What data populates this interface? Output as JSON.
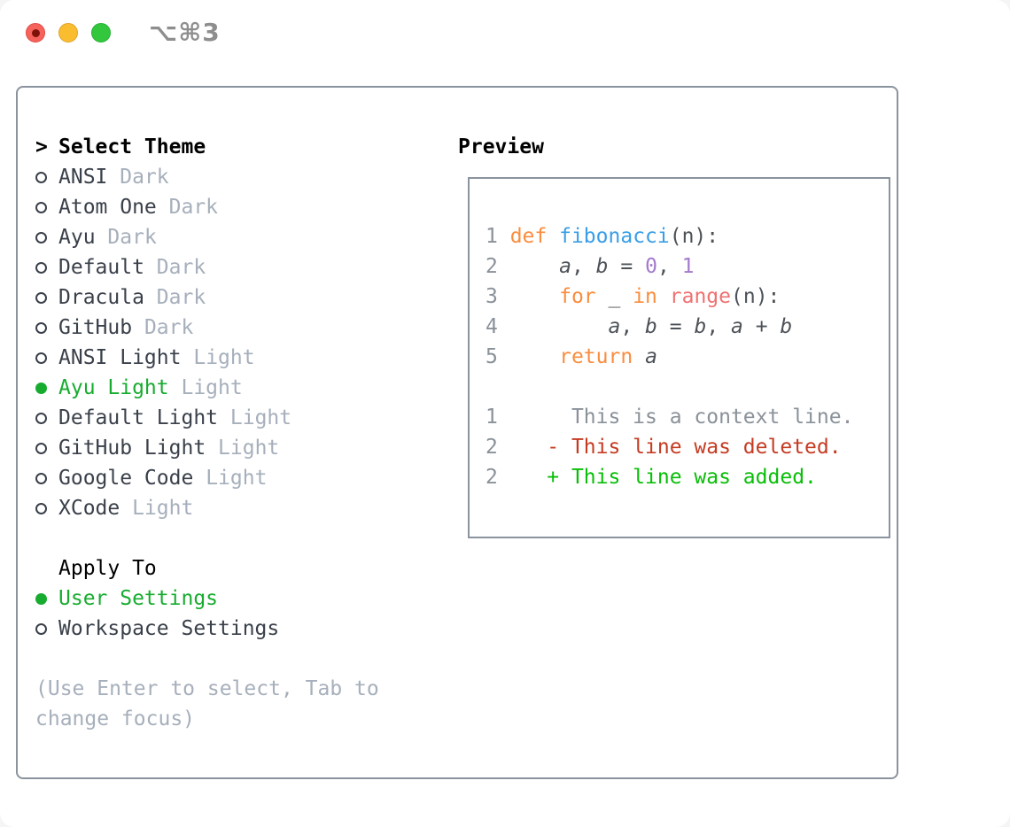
{
  "window": {
    "title": "⌥⌘3"
  },
  "titlebar": {
    "buttons": [
      {
        "name": "close"
      },
      {
        "name": "minimize"
      },
      {
        "name": "zoom"
      }
    ]
  },
  "colors": {
    "accent_green": "#17AC2F",
    "added_green": "#08BE08",
    "deleted_red": "#C53B22",
    "keyword_orange": "#FA8D3E",
    "function_blue": "#399EE6",
    "number_purple": "#A37ACC",
    "range_coral": "#F07171",
    "muted_gray": "#A6AFBB",
    "border_gray": "#8A939E",
    "code_fg": "#4D5258",
    "gutter_gray": "#8A9199",
    "item_fg": "#3A404A",
    "traffic_red": "#F6635C",
    "traffic_yellow": "#FBBD30",
    "traffic_green": "#32C73C"
  },
  "theme_panel": {
    "pointer": ">",
    "header": "Select Theme",
    "themes": [
      {
        "name": "ANSI",
        "variant": "Dark",
        "selected": false
      },
      {
        "name": "Atom One",
        "variant": "Dark",
        "selected": false
      },
      {
        "name": "Ayu",
        "variant": "Dark",
        "selected": false
      },
      {
        "name": "Default",
        "variant": "Dark",
        "selected": false
      },
      {
        "name": "Dracula",
        "variant": "Dark",
        "selected": false
      },
      {
        "name": "GitHub",
        "variant": "Dark",
        "selected": false
      },
      {
        "name": "ANSI Light",
        "variant": "Light",
        "selected": false
      },
      {
        "name": "Ayu Light",
        "variant": "Light",
        "selected": true
      },
      {
        "name": "Default Light",
        "variant": "Light",
        "selected": false
      },
      {
        "name": "GitHub Light",
        "variant": "Light",
        "selected": false
      },
      {
        "name": "Google Code",
        "variant": "Light",
        "selected": false
      },
      {
        "name": "XCode",
        "variant": "Light",
        "selected": false
      }
    ],
    "apply_header": "Apply To",
    "apply_options": [
      {
        "name": "User Settings",
        "selected": true
      },
      {
        "name": "Workspace Settings",
        "selected": false
      }
    ],
    "help": "(Use Enter to select, Tab to change focus)"
  },
  "preview": {
    "title": "Preview",
    "lines": [
      {
        "segments": [
          {
            "t": "1 ",
            "c": "gut"
          },
          {
            "t": "def",
            "c": "kw"
          },
          {
            "t": " ",
            "c": "fg"
          },
          {
            "t": "fibonacci",
            "c": "fn"
          },
          {
            "t": "(n):",
            "c": "fg"
          }
        ]
      },
      {
        "segments": [
          {
            "t": "2",
            "c": "gut"
          },
          {
            "t": "     ",
            "c": "fg"
          },
          {
            "t": "a",
            "c": "it"
          },
          {
            "t": ", ",
            "c": "fg"
          },
          {
            "t": "b",
            "c": "it"
          },
          {
            "t": " = ",
            "c": "fg"
          },
          {
            "t": "0",
            "c": "num"
          },
          {
            "t": ", ",
            "c": "fg"
          },
          {
            "t": "1",
            "c": "num"
          }
        ]
      },
      {
        "segments": [
          {
            "t": "3",
            "c": "gut"
          },
          {
            "t": "     ",
            "c": "fg"
          },
          {
            "t": "for",
            "c": "kw"
          },
          {
            "t": " _ ",
            "c": "fg"
          },
          {
            "t": "in",
            "c": "kw"
          },
          {
            "t": " ",
            "c": "fg"
          },
          {
            "t": "range",
            "c": "rng"
          },
          {
            "t": "(n):",
            "c": "fg"
          }
        ]
      },
      {
        "segments": [
          {
            "t": "4",
            "c": "gut"
          },
          {
            "t": "         ",
            "c": "fg"
          },
          {
            "t": "a",
            "c": "it"
          },
          {
            "t": ", ",
            "c": "fg"
          },
          {
            "t": "b",
            "c": "it"
          },
          {
            "t": " = ",
            "c": "fg"
          },
          {
            "t": "b",
            "c": "it"
          },
          {
            "t": ", ",
            "c": "fg"
          },
          {
            "t": "a",
            "c": "it"
          },
          {
            "t": " + ",
            "c": "fg"
          },
          {
            "t": "b",
            "c": "it"
          }
        ]
      },
      {
        "segments": [
          {
            "t": "5",
            "c": "gut"
          },
          {
            "t": "     ",
            "c": "fg"
          },
          {
            "t": "return",
            "c": "kw"
          },
          {
            "t": " ",
            "c": "fg"
          },
          {
            "t": "a",
            "c": "it"
          }
        ]
      },
      {
        "segments": []
      },
      {
        "segments": [
          {
            "t": "1",
            "c": "gut"
          },
          {
            "t": "      This is a context line.",
            "c": "ctx"
          }
        ]
      },
      {
        "segments": [
          {
            "t": "2",
            "c": "gut"
          },
          {
            "t": "    ",
            "c": "fg"
          },
          {
            "t": "- This line was deleted.",
            "c": "del"
          }
        ]
      },
      {
        "segments": [
          {
            "t": "2",
            "c": "gut"
          },
          {
            "t": "    ",
            "c": "fg"
          },
          {
            "t": "+ This line was added.",
            "c": "add"
          }
        ]
      }
    ]
  }
}
